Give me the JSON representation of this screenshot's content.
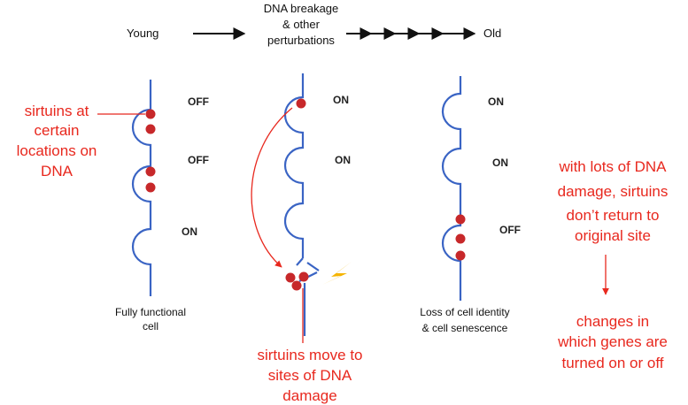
{
  "header": {
    "young": "Young",
    "middle_lines": [
      "DNA breakage",
      "& other",
      "perturbations"
    ],
    "old": "Old"
  },
  "states": {
    "off": "OFF",
    "on": "ON"
  },
  "annotations": {
    "left_lines": [
      "sirtuins at",
      "certain",
      "locations on",
      "DNA"
    ],
    "right_top_lines": [
      "with lots of DNA",
      "damage, sirtuins",
      "don’t return to",
      "original site"
    ],
    "right_bottom_lines": [
      "changes in",
      "which genes are",
      "turned on or off"
    ],
    "bottom_lines": [
      "sirtuins move to",
      "sites of DNA",
      "damage"
    ]
  },
  "captions": {
    "left_lines": [
      "Fully functional",
      "cell"
    ],
    "right_lines": [
      "Loss of cell identity",
      "& cell senescence"
    ]
  },
  "colors": {
    "dna_strand": "#3a64c4",
    "sirtuin": "#c7282a",
    "annotation_text": "#e8281e",
    "lightning": "#f5b400"
  }
}
